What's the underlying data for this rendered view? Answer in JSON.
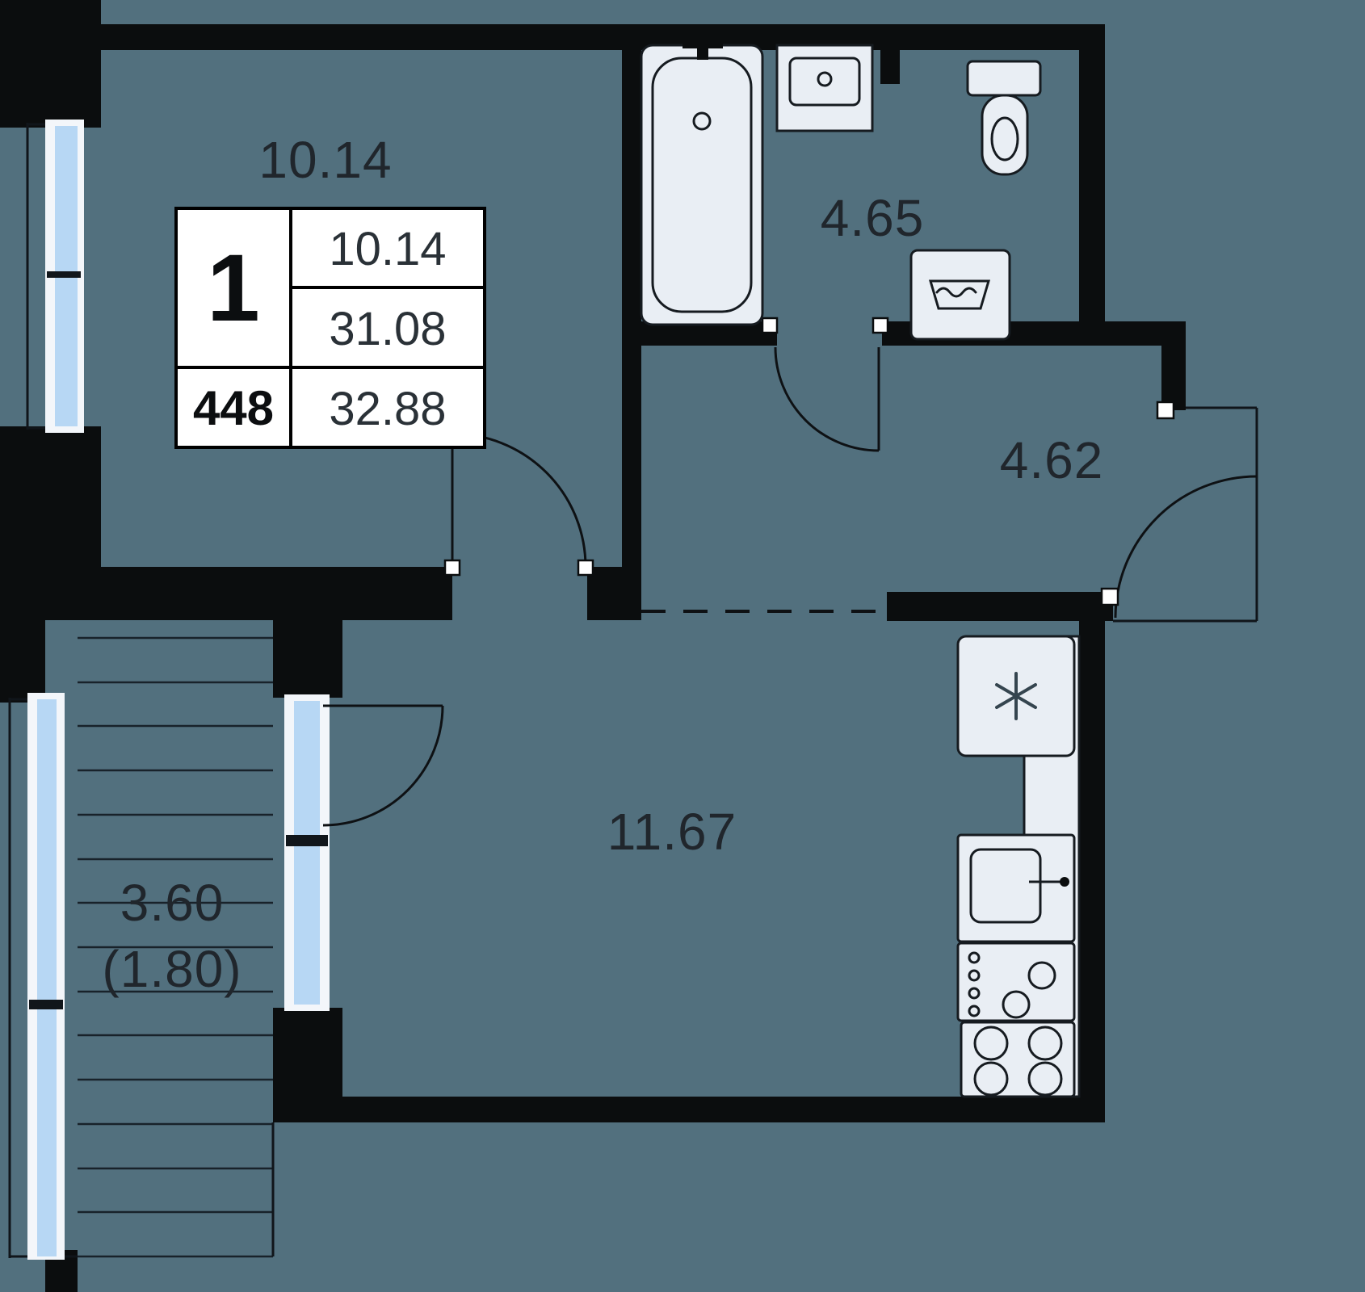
{
  "floor_plan": {
    "labels": {
      "living_room_area": "10.14",
      "bathroom_area": "4.65",
      "hallway_area": "4.62",
      "kitchen_living_area": "11.67",
      "balcony_area": "3.60",
      "balcony_area_coeff": "(1.80)"
    },
    "info_card": {
      "rooms_count": "1",
      "living_area": "10.14",
      "area_without_balcony": "31.08",
      "apartment_number": "448",
      "total_area": "32.88"
    },
    "colors": {
      "background": "#52707e",
      "walls": "#0b0d0e",
      "glazing": "#b7d7f4",
      "fixtures": "#e9eef4",
      "card": "#ffffff"
    },
    "icons": {
      "fridge": "snowflake-icon",
      "washing_machine": "laundry-tub-icon",
      "stove": "four-burners-icon",
      "bath": "bathtub-icon",
      "wc": "toilet-icon",
      "basin": "sink-icon"
    }
  }
}
